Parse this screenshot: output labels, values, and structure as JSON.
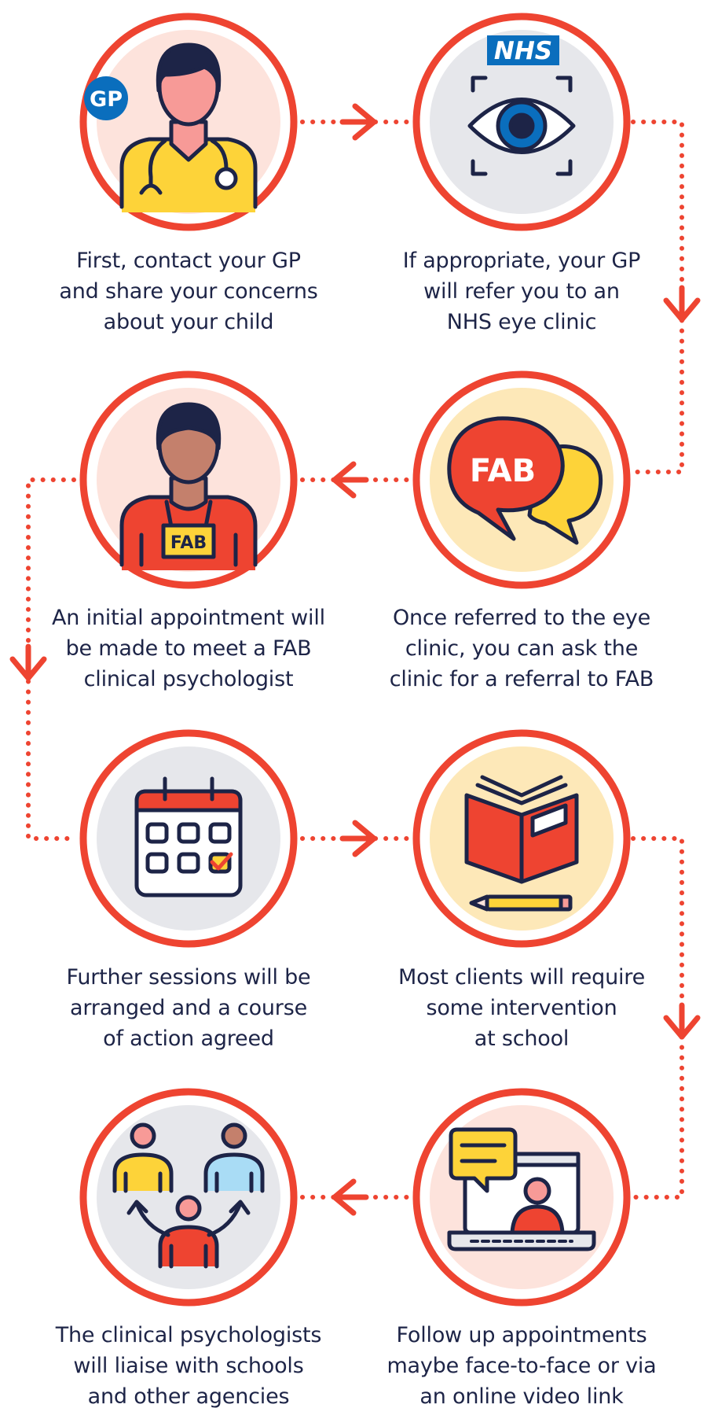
{
  "steps": [
    {
      "id": 1,
      "icon": "doctor-gp-icon",
      "badge": "GP",
      "caption": [
        "First, contact your GP",
        "and share your concerns",
        "about your child"
      ]
    },
    {
      "id": 2,
      "icon": "nhs-eye-icon",
      "badge": "NHS",
      "caption": [
        "If appropriate, your GP",
        "will refer you to an",
        "NHS eye clinic"
      ]
    },
    {
      "id": 3,
      "icon": "speech-bubbles-icon",
      "badge": "FAB",
      "caption": [
        "Once referred to the eye",
        "clinic, you can ask the",
        "clinic for a referral to FAB"
      ]
    },
    {
      "id": 4,
      "icon": "psychologist-badge-icon",
      "badge": "FAB",
      "caption": [
        "An initial appointment will",
        "be made to meet a FAB",
        "clinical psychologist"
      ]
    },
    {
      "id": 5,
      "icon": "calendar-check-icon",
      "caption": [
        "Further sessions will be",
        "arranged and a course",
        "of action agreed"
      ]
    },
    {
      "id": 6,
      "icon": "book-pencil-icon",
      "caption": [
        "Most clients will require",
        "some intervention",
        "at school"
      ]
    },
    {
      "id": 7,
      "icon": "video-call-laptop-icon",
      "caption": [
        "Follow up appointments",
        "maybe face-to-face or via",
        "an online video link"
      ]
    },
    {
      "id": 8,
      "icon": "people-network-icon",
      "caption": [
        "The clinical psychologists",
        "will liaise with schools",
        "and other agencies"
      ]
    }
  ],
  "colors": {
    "ring": "#ee4431",
    "navy": "#1d2447",
    "yellow": "#fdd339",
    "pink_bg": "#fde3dc",
    "grey_bg": "#e6e7eb",
    "cream_bg": "#fde8b8",
    "nhs_blue": "#0a6ebd",
    "skin_light": "#f79a97",
    "skin_dark": "#c4806c",
    "light_blue": "#a9dcf5"
  }
}
